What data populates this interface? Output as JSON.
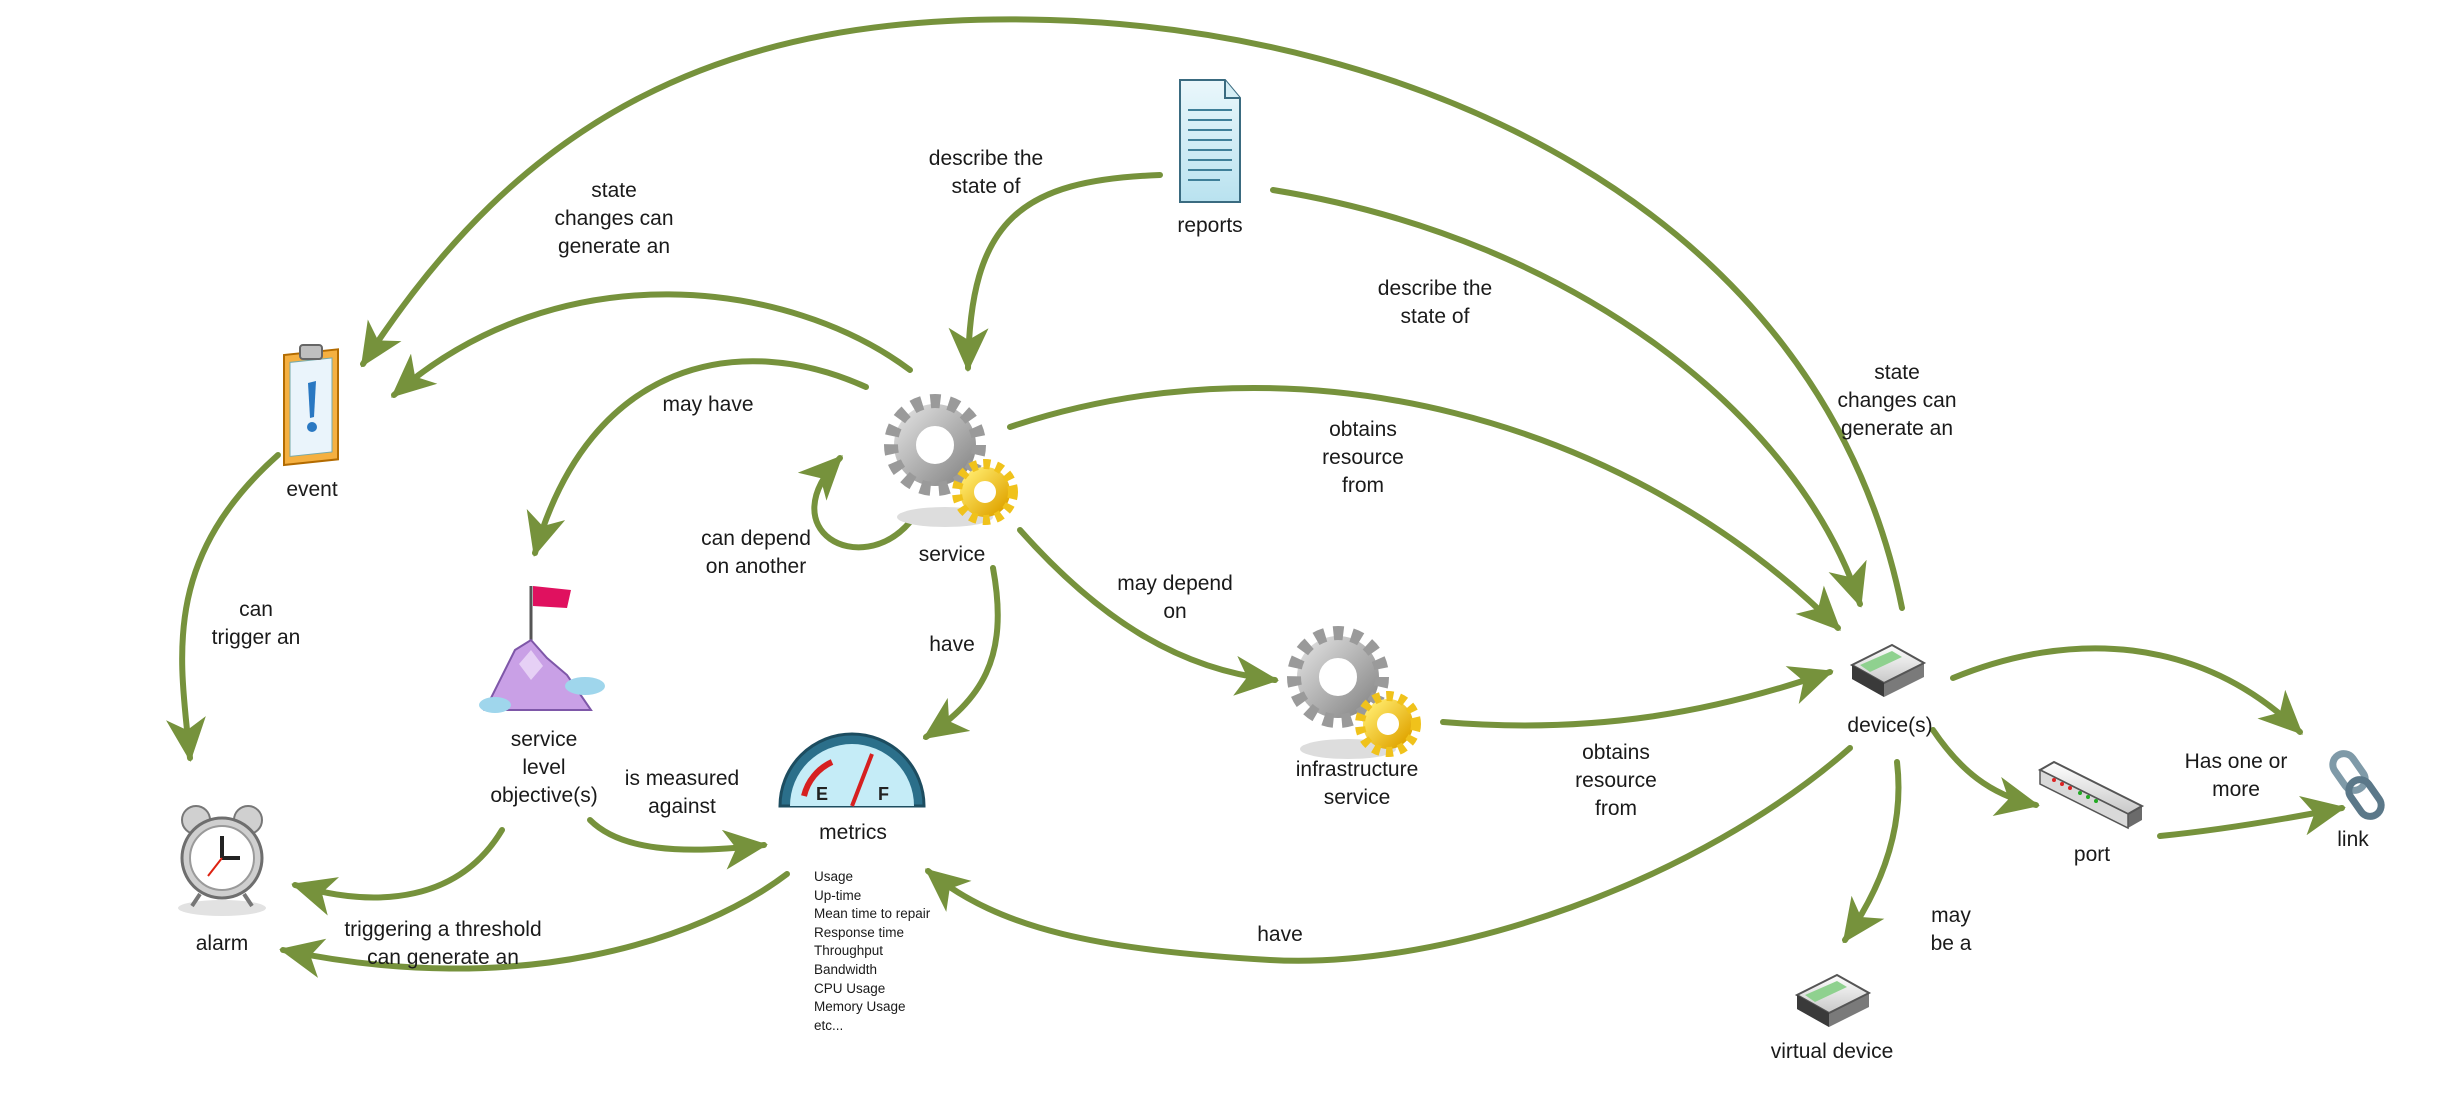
{
  "nodes": {
    "reports": "reports",
    "event": "event",
    "service": "service",
    "slo": [
      "service",
      "level",
      "objective(s)"
    ],
    "alarm": "alarm",
    "metrics": "metrics",
    "infrastructure_service": [
      "infrastructure",
      "service"
    ],
    "devices": "device(s)",
    "port": "port",
    "link": "link",
    "virtual_device": "virtual device"
  },
  "edge_labels": {
    "reports_service": [
      "describe the",
      "state of"
    ],
    "reports_devices": [
      "describe the",
      "state of"
    ],
    "service_event": [
      "state",
      "changes can",
      "generate an"
    ],
    "devices_event": [
      "state",
      "changes can",
      "generate an"
    ],
    "service_slo": [
      "may have"
    ],
    "service_self": [
      "can depend",
      "on another"
    ],
    "event_alarm": [
      "can",
      "trigger an"
    ],
    "service_metrics": [
      "have"
    ],
    "service_infra": [
      "may  depend",
      "on"
    ],
    "service_devices": [
      "obtains",
      "resource",
      "from"
    ],
    "infra_devices": [
      "obtains",
      "resource",
      "from"
    ],
    "slo_metrics": [
      "is measured",
      "against"
    ],
    "metrics_alarm": [
      "triggering a threshold",
      "can generate an"
    ],
    "devices_metrics": [
      "have"
    ],
    "devices_link": [
      "Has one or",
      "more"
    ],
    "devices_virtual": [
      "may",
      "be a"
    ]
  },
  "metrics_list": [
    "Usage",
    "Up-time",
    "Mean time to repair",
    "Response time",
    "Throughput",
    "Bandwidth",
    "CPU Usage",
    "Memory Usage",
    "etc..."
  ],
  "colors": {
    "arrow": "#76923c",
    "text": "#1a1a1a"
  },
  "icons": {
    "reports": "document-icon",
    "event": "clipboard-alert-icon",
    "service": "gears-icon",
    "slo": "mountain-flag-icon",
    "alarm": "alarm-clock-icon",
    "metrics": "fuel-gauge-icon",
    "infrastructure_service": "gears-icon",
    "devices": "network-device-icon",
    "port": "network-switch-icon",
    "link": "chain-link-icon",
    "virtual_device": "network-device-icon"
  }
}
